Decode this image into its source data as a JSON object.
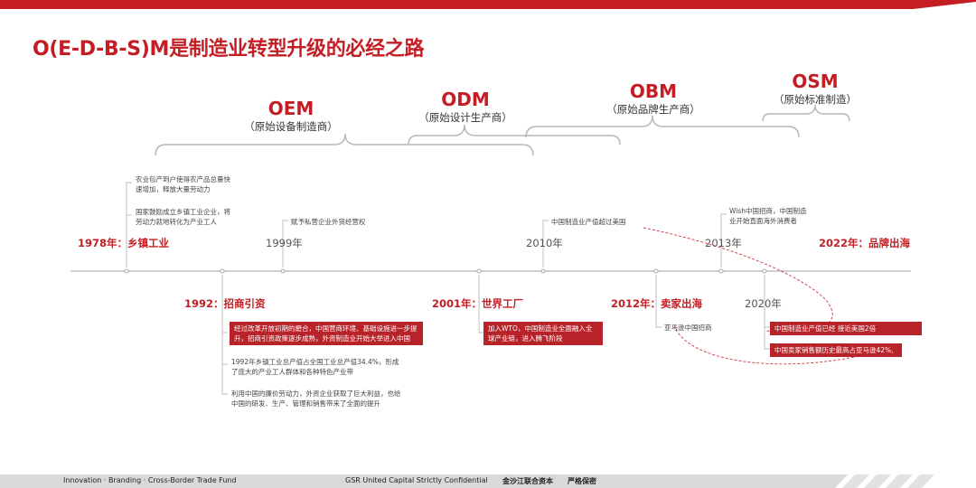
{
  "title": "O(E-D-B-S)M是制造业转型升级的必经之路",
  "models": [
    {
      "code": "OEM",
      "desc": "（原始设备制造商）"
    },
    {
      "code": "ODM",
      "desc": "（原始设计生产商）"
    },
    {
      "code": "OBM",
      "desc": "（原始品牌生产商）"
    },
    {
      "code": "OSM",
      "desc": "（原始标准制造）"
    }
  ],
  "timeline": {
    "y1978": {
      "label": "1978年：乡镇工业",
      "notes": [
        "农业包产到户使得农产品总量快速增加，释放大量劳动力",
        "国家鼓励成立乡镇工业企业，将劳动力就地转化为产业工人"
      ]
    },
    "y1992": {
      "label": "1992：招商引资",
      "highlight": "经过改革开放初期的磨合，中国营商环境、基础设施进一步提升，招商引资政策逐步成熟，外资制造业开始大举进入中国",
      "notes": [
        "1992年乡镇工业总产值占全国工业总产值34.4%，形成了庞大的产业工人群体和各种特色产业带",
        "利用中国的廉价劳动力，外资企业获取了巨大利益，也给中国的研发、生产、管理和销售带来了全面的提升"
      ]
    },
    "y1999": {
      "label": "1999年",
      "note": "赋予私营企业外贸经营权"
    },
    "y2001": {
      "label": "2001年：世界工厂",
      "highlight": "加入WTO，中国制造业全面融入全球产业链，进入腾飞阶段"
    },
    "y2010": {
      "label": "2010年",
      "note": "中国制造业产值超过美国"
    },
    "y2012": {
      "label": "2012年：卖家出海",
      "note": "亚马逊中国招商"
    },
    "y2013": {
      "label": "2013年",
      "note": "Wish中国招商，中国制造业开始直面海外消费者"
    },
    "y2020": {
      "label": "2020年",
      "highlights": [
        "中国制造业产值已经 接近美国2倍",
        "中国卖家销售额历史最高占亚马逊42%,"
      ]
    },
    "y2022": {
      "label": "2022年：品牌出海"
    }
  },
  "footer": {
    "left": "Innovation · Branding · Cross-Border Trade Fund",
    "center": "GSR United Capital Strictly Confidential",
    "company": "金沙江联合资本",
    "secret": "严格保密"
  },
  "colors": {
    "accent": "#c41e24",
    "highlight_box": "#b8232a",
    "footer_bar": "#d9d9d9",
    "line": "#b5b5b5"
  }
}
